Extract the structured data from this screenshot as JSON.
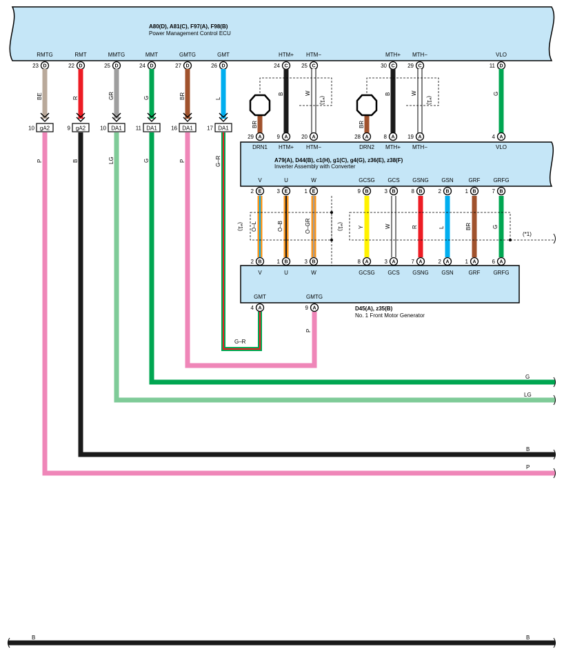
{
  "ecu": {
    "title": "A80(D), A81(C), F97(A), F98(B)",
    "subtitle": "Power Management Control ECU",
    "terminals": [
      {
        "name": "RMTG",
        "pin": "23",
        "letter": "D"
      },
      {
        "name": "RMT",
        "pin": "22",
        "letter": "D"
      },
      {
        "name": "MMTG",
        "pin": "25",
        "letter": "D"
      },
      {
        "name": "MMT",
        "pin": "24",
        "letter": "D"
      },
      {
        "name": "GMTG",
        "pin": "27",
        "letter": "D"
      },
      {
        "name": "GMT",
        "pin": "26",
        "letter": "D"
      },
      {
        "name": "HTM+",
        "pin": "24",
        "letter": "C"
      },
      {
        "name": "HTM−",
        "pin": "25",
        "letter": "C"
      },
      {
        "name": "MTH+",
        "pin": "30",
        "letter": "C"
      },
      {
        "name": "MTH−",
        "pin": "29",
        "letter": "C"
      },
      {
        "name": "VLO",
        "pin": "11",
        "letter": "D"
      }
    ]
  },
  "inverter": {
    "title": "A79(A), D44(B), c1(H), g1(C), g4(G), z36(E), z38(F)",
    "subtitle": "Inverter Assembly with Converter",
    "top_terminals": [
      {
        "name": "DRN1",
        "pin": "29",
        "letter": "A"
      },
      {
        "name": "HTM+",
        "pin": "9",
        "letter": "A"
      },
      {
        "name": "HTM−",
        "pin": "20",
        "letter": "A"
      },
      {
        "name": "DRN2",
        "pin": "28",
        "letter": "A"
      },
      {
        "name": "MTH+",
        "pin": "8",
        "letter": "A"
      },
      {
        "name": "MTH−",
        "pin": "19",
        "letter": "A"
      },
      {
        "name": "VLO",
        "pin": "4",
        "letter": "A"
      }
    ],
    "bottom_terminals": [
      {
        "name": "V",
        "pin": "2",
        "letter": "E"
      },
      {
        "name": "U",
        "pin": "3",
        "letter": "E"
      },
      {
        "name": "W",
        "pin": "1",
        "letter": "E"
      },
      {
        "name": "GCSG",
        "pin": "9",
        "letter": "B"
      },
      {
        "name": "GCS",
        "pin": "3",
        "letter": "B"
      },
      {
        "name": "GSNG",
        "pin": "8",
        "letter": "B"
      },
      {
        "name": "GSN",
        "pin": "2",
        "letter": "B"
      },
      {
        "name": "GRF",
        "pin": "1",
        "letter": "B"
      },
      {
        "name": "GRFG",
        "pin": "7",
        "letter": "B"
      }
    ]
  },
  "motor": {
    "title": "D45(A), z35(B)",
    "subtitle": "No.  1 Front Motor Generator",
    "top_terminals": [
      {
        "name": "V",
        "pin": "2",
        "letter": "B"
      },
      {
        "name": "U",
        "pin": "1",
        "letter": "B"
      },
      {
        "name": "W",
        "pin": "3",
        "letter": "B"
      },
      {
        "name": "GCSG",
        "pin": "8",
        "letter": "A"
      },
      {
        "name": "GCS",
        "pin": "3",
        "letter": "A"
      },
      {
        "name": "GSNG",
        "pin": "7",
        "letter": "A"
      },
      {
        "name": "GSN",
        "pin": "2",
        "letter": "A"
      },
      {
        "name": "GRF",
        "pin": "1",
        "letter": "A"
      },
      {
        "name": "GRFG",
        "pin": "6",
        "letter": "A"
      }
    ],
    "bottom_terminals": [
      {
        "name": "GMT",
        "pin": "4",
        "letter": "A"
      },
      {
        "name": "GMTG",
        "pin": "9",
        "letter": "A"
      }
    ]
  },
  "junction_connectors": [
    {
      "pin": "10",
      "id": "gA2"
    },
    {
      "pin": "9",
      "id": "gA2"
    },
    {
      "pin": "10",
      "id": "DA1"
    },
    {
      "pin": "11",
      "id": "DA1"
    },
    {
      "pin": "16",
      "id": "DA1"
    },
    {
      "pin": "17",
      "id": "DA1"
    }
  ],
  "wire_colors_upper": [
    "BE",
    "R",
    "GR",
    "G",
    "BR",
    "L"
  ],
  "wire_colors_lower": [
    "P",
    "B",
    "LG",
    "G",
    "P",
    "G–R"
  ],
  "ecu_inverter_wires": [
    "B",
    "W",
    "B",
    "W",
    "G"
  ],
  "resistor_wires": [
    "BR",
    "BR"
  ],
  "three_phase_wires": [
    "O–L",
    "O–B",
    "O–GR"
  ],
  "resolver_wires": [
    "Y",
    "W",
    "R",
    "L",
    "BR",
    "G"
  ],
  "shield_note": "(*1)",
  "motor_wires": {
    "gmt": "G–R",
    "gmtg": "P"
  },
  "right_exit_labels": [
    "G",
    "LG",
    "B",
    "P"
  ],
  "bottom_bus": {
    "left": "B",
    "right": "B"
  },
  "colors": {
    "box_fill": "#c5e6f7",
    "black": "#1a1a1a",
    "green": "#00a651",
    "pink": "#ef86b8",
    "light_green": "#7fcb98",
    "red": "#ed1c24",
    "gray": "#9e9e9e",
    "brown": "#a0522d",
    "blue": "#00aeef",
    "yellow": "#fff200",
    "beige": "#b9a99a",
    "orange": "#f7941d"
  }
}
